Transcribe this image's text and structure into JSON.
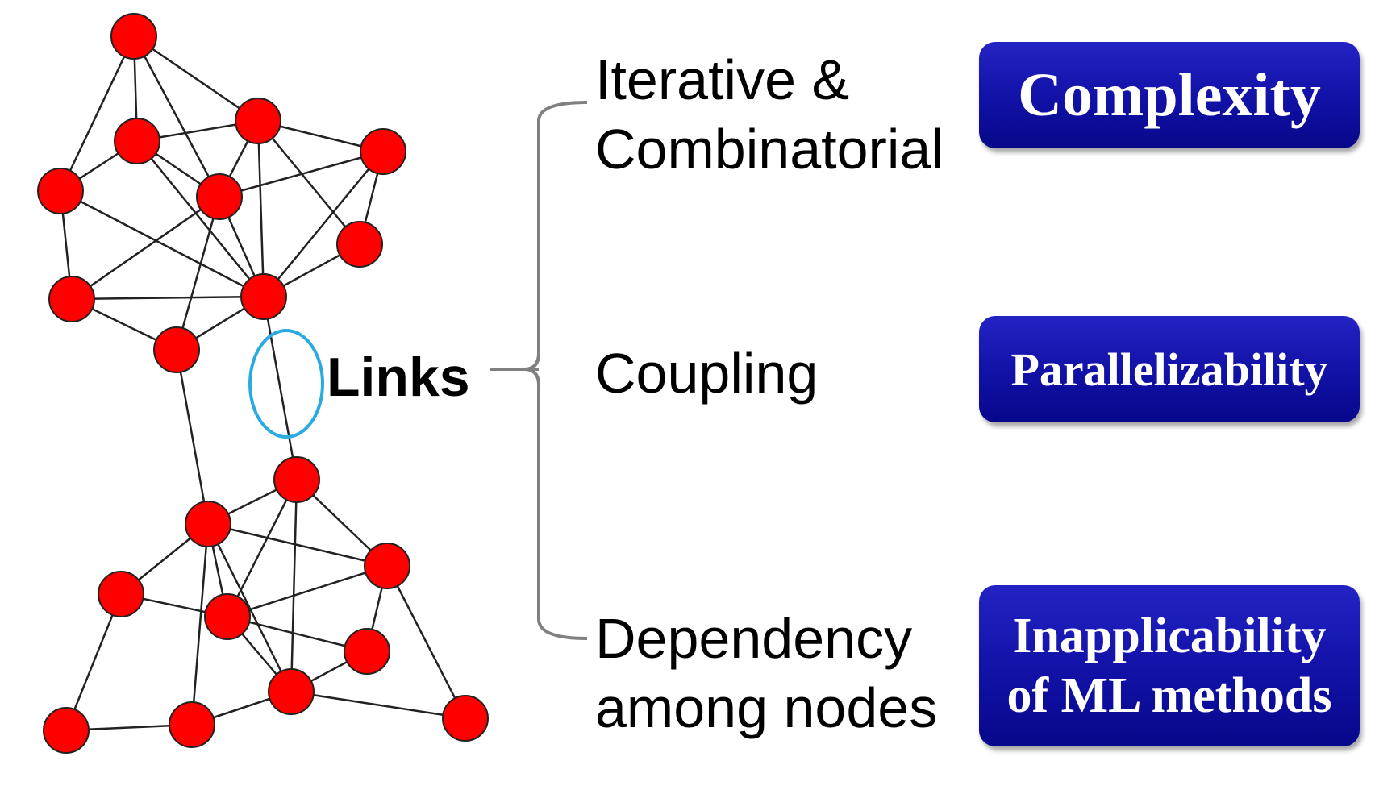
{
  "links_label": "Links",
  "items": [
    {
      "lines": [
        "Iterative &",
        "Combinatorial"
      ]
    },
    {
      "lines": [
        "Coupling"
      ]
    },
    {
      "lines": [
        "Dependency",
        "among nodes"
      ]
    }
  ],
  "boxes": [
    {
      "lines": [
        "Complexity"
      ]
    },
    {
      "lines": [
        "Parallelizability"
      ]
    },
    {
      "lines": [
        "Inapplicability",
        "of ML methods"
      ]
    }
  ],
  "colors": {
    "node_fill": "#ff0000",
    "node_stroke": "#222222",
    "edge": "#222222",
    "highlight_ellipse": "#29abe2",
    "bracket": "#808080",
    "box_fill": "#1111a6",
    "box_text": "#ffffff"
  }
}
